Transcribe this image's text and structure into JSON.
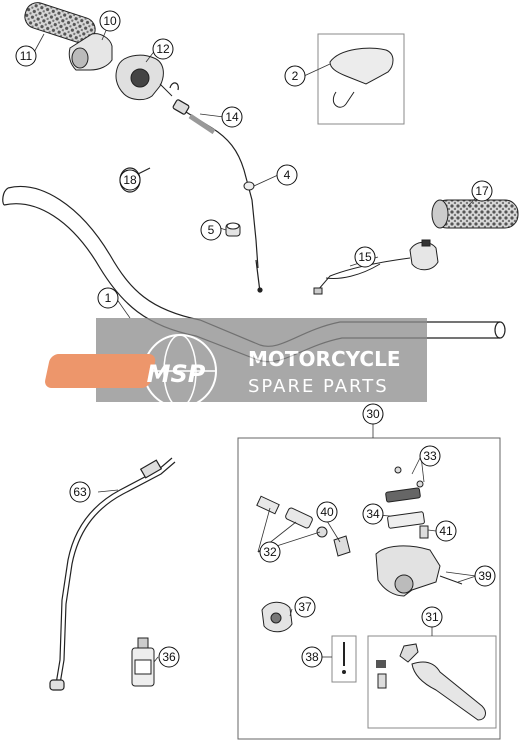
{
  "callouts": [
    "10",
    "11",
    "12",
    "2",
    "14",
    "4",
    "18",
    "5",
    "17",
    "15",
    "1",
    "30",
    "33",
    "63",
    "40",
    "34",
    "32",
    "41",
    "39",
    "37",
    "31",
    "38",
    "36"
  ],
  "watermark": {
    "logo_text": "MSP",
    "line1": "MOTORCYCLE",
    "line2": "SPARE PARTS",
    "accent_color": "#e8733a",
    "box_color": "#8c8c8c"
  }
}
